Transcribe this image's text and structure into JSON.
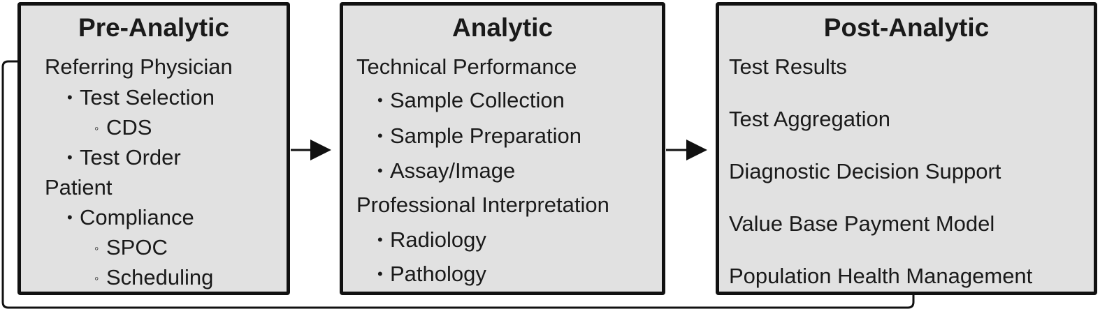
{
  "colors": {
    "box_fill": "#e1e1e1",
    "box_border": "#111111",
    "arrow": "#111111",
    "text": "#1a1a1a"
  },
  "icons": {
    "bullet": "•",
    "sub_bullet": "◦"
  },
  "stages": {
    "pre_analytic": {
      "title": "Pre-Analytic",
      "items": [
        "Referring Physician",
        "Test Selection",
        "CDS",
        "Test Order",
        "Patient",
        "Compliance",
        "SPOC",
        "Scheduling"
      ]
    },
    "analytic": {
      "title": "Analytic",
      "items": [
        "Technical Performance",
        "Sample Collection",
        "Sample Preparation",
        "Assay/Image",
        "Professional Interpretation",
        "Radiology",
        "Pathology"
      ]
    },
    "post_analytic": {
      "title": "Post-Analytic",
      "items": [
        "Test Results",
        "Test Aggregation",
        "Diagnostic Decision Support",
        "Value Base Payment Model",
        "Population Health Management"
      ]
    }
  }
}
